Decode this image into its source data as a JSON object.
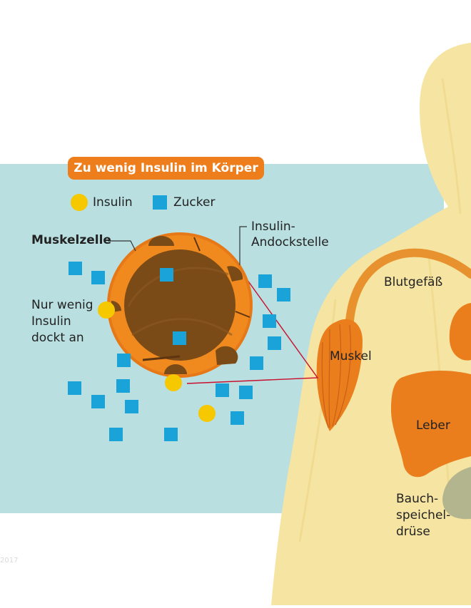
{
  "title": "Zu wenig Insulin im Körper",
  "legend": {
    "insulin_label": "Insulin",
    "sugar_label": "Zucker",
    "insulin_color": "#f6c800",
    "sugar_color": "#1aa3d8"
  },
  "labels": {
    "muscle_cell": "Muskelzelle",
    "docking_site_line1": "Insulin-",
    "docking_site_line2": "Andockstelle",
    "few_insulin_line1": "Nur wenig",
    "few_insulin_line2": "Insulin",
    "few_insulin_line3": "dockt an",
    "blood_vessel": "Blutgefäß",
    "muscle": "Muskel",
    "liver": "Leber",
    "pancreas_line1": "Bauch-",
    "pancreas_line2": "speichel-",
    "pancreas_line3": "drüse"
  },
  "footnote": "2017",
  "colors": {
    "panel": "#b9dfe0",
    "body": "#f6e5a2",
    "organ": "#ea7d1c",
    "cell_ring": "#f08a1e",
    "cell_core": "#7a4a17",
    "pointer_line": "#c8102e"
  }
}
